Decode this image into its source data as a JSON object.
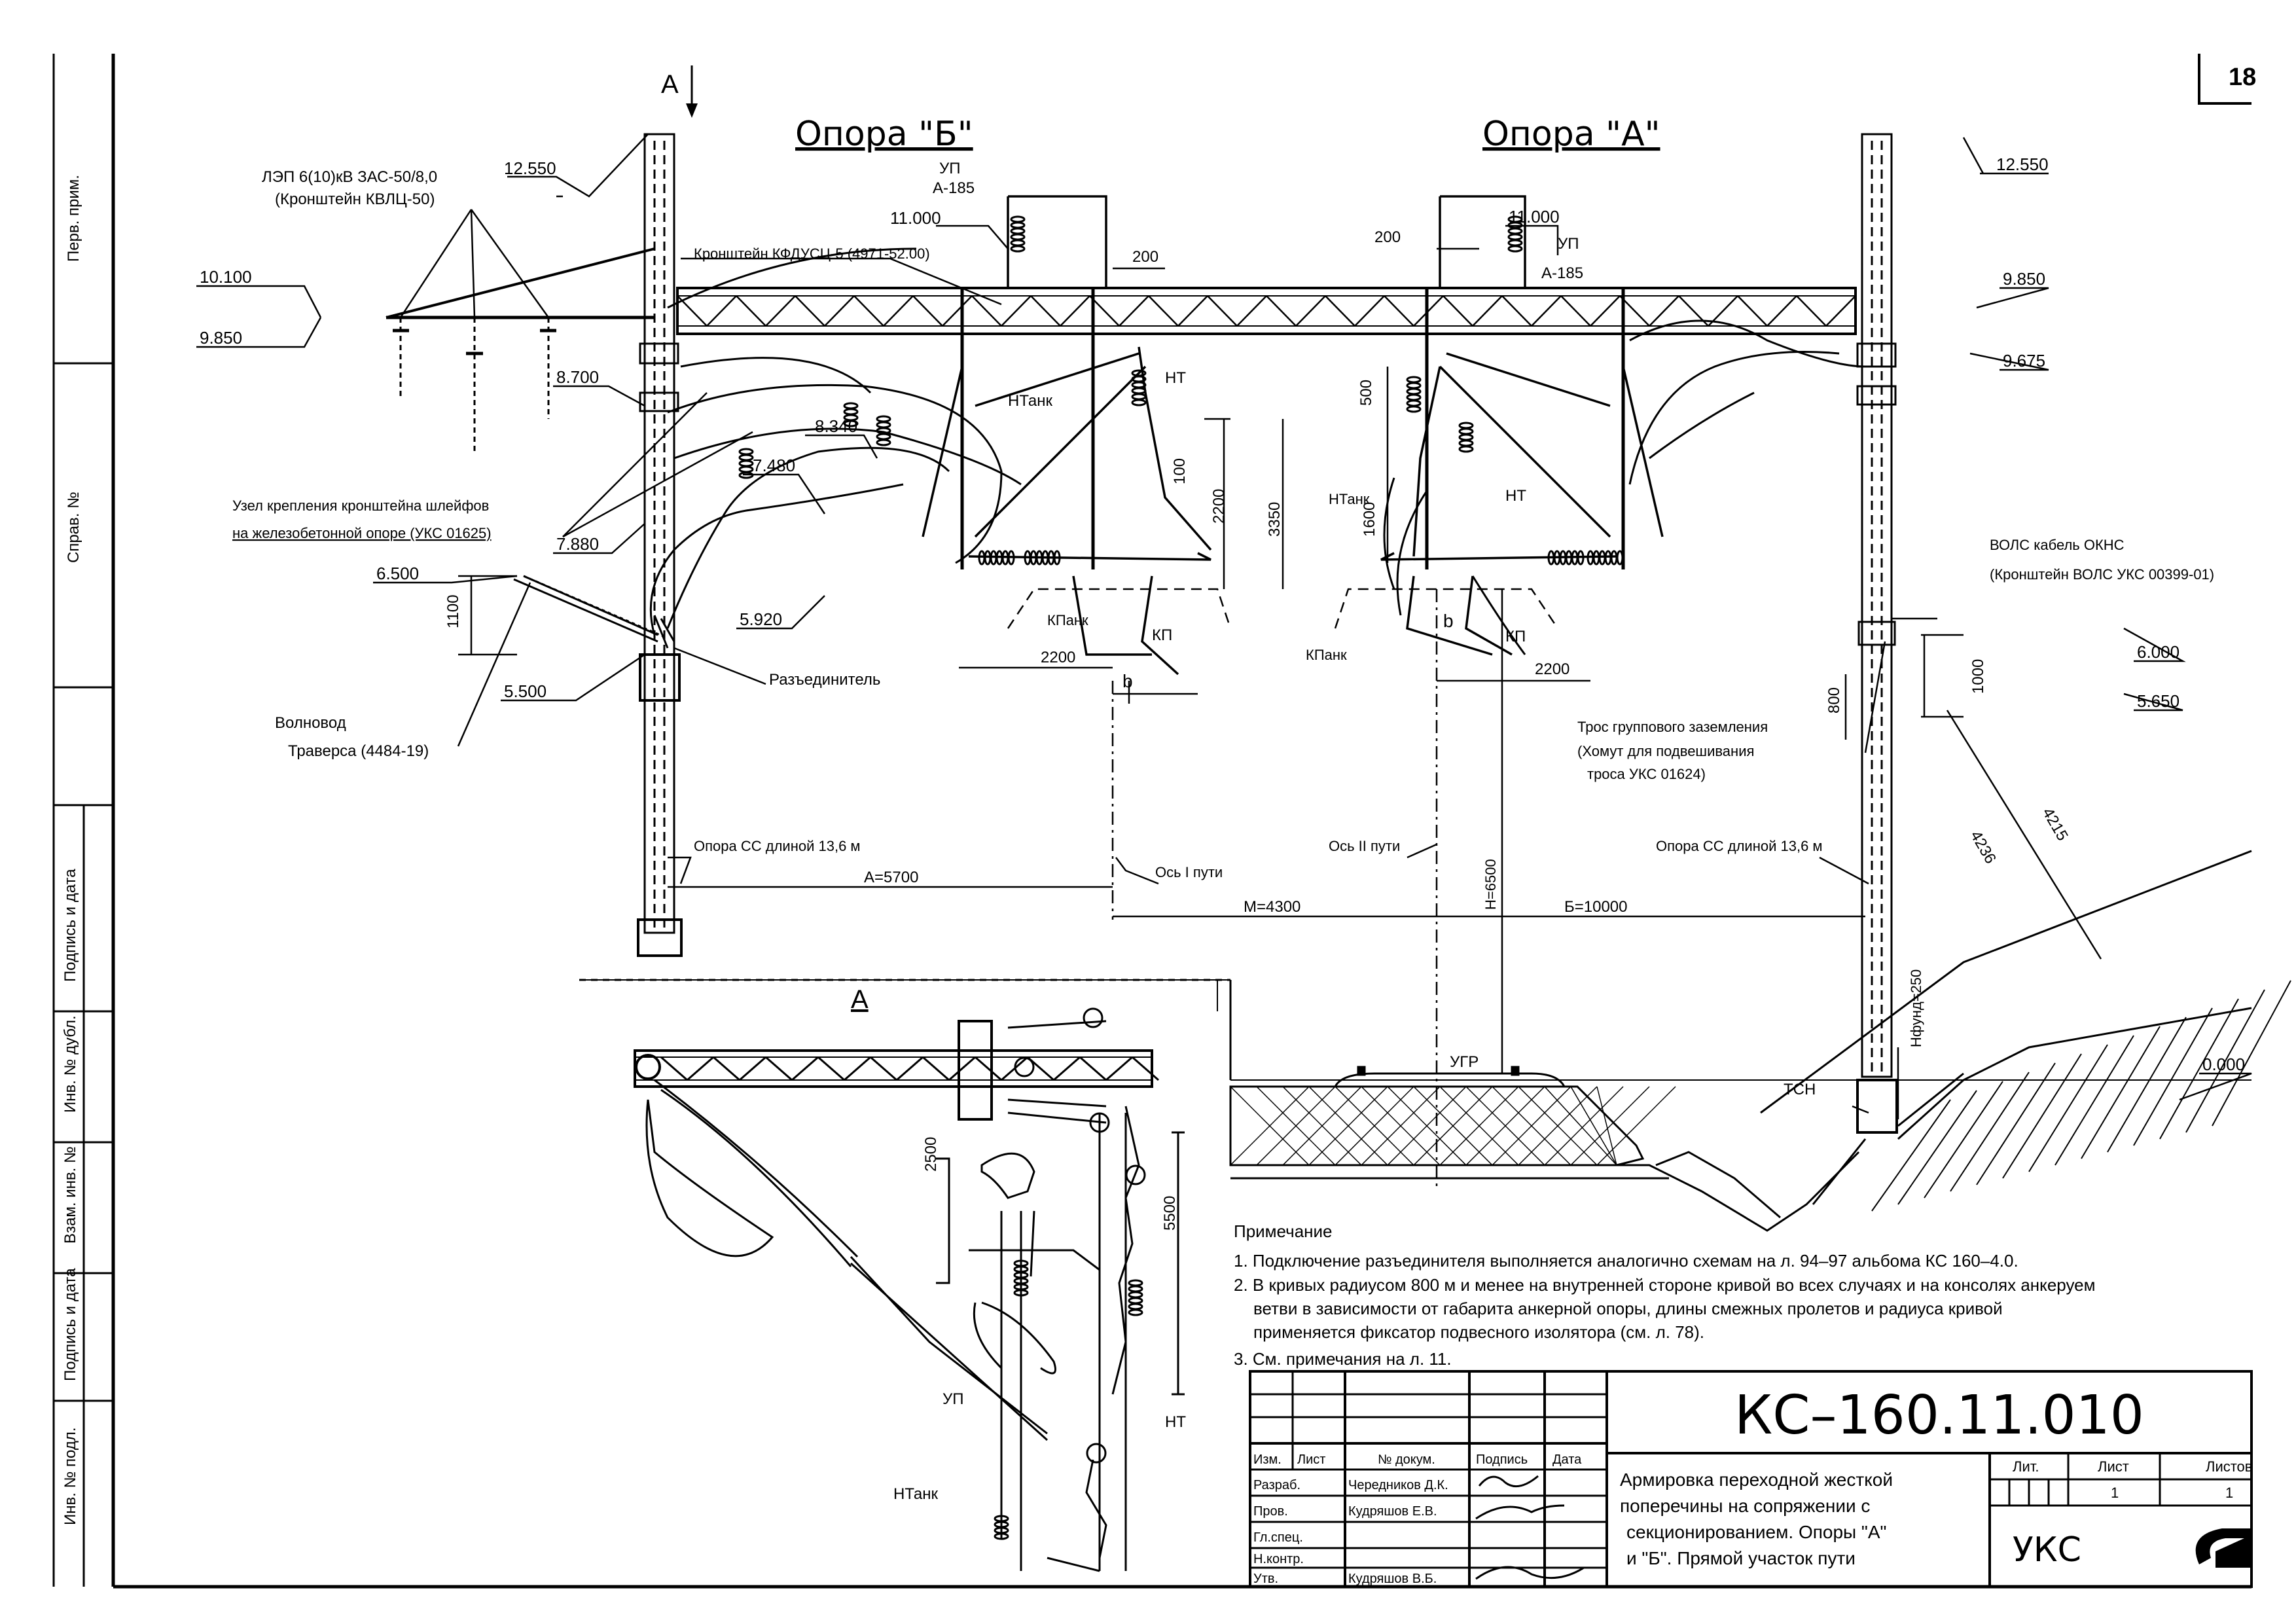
{
  "sheet": {
    "number": "18",
    "code": "КС–160.11.010",
    "org": "УКС"
  },
  "section": {
    "marker": "А",
    "view_label": "А"
  },
  "supports": {
    "b_title": "Опора \"Б\"",
    "a_title": "Опора \"А\""
  },
  "elevations": [
    "12.550",
    "11.000",
    "10.100",
    "9.850",
    "8.700",
    "8.340",
    "7.480",
    "7.880",
    "6.500",
    "5.920",
    "5.500",
    "12.550",
    "11.000",
    "9.850",
    "9.675",
    "6.000",
    "5.650",
    "0.000"
  ],
  "callouts": {
    "lep": "ЛЭП 6(10)кВ ЗАС-50/8,0",
    "lep_bracket": "(Кронштейн КВЛЦ-50)",
    "bracket": "Кронштейн КФДУСЦ-5 (4971-52.00)",
    "node1": "Узел крепления кронштейна шлейфов",
    "node2": "на железобетонной опоре (УКС 01625)",
    "disconnector": "Разъединитель",
    "waveguide": "Волновод",
    "traverse": "Траверса  (4484-19)",
    "pole_b": "Опора СС длиной 13,6 м",
    "pole_a": "Опора СС длиной 13,6 м",
    "axis1": "Ось I пути",
    "axis2": "Ось II пути",
    "fiber1": "ВОЛС кабель ОКНС",
    "fiber2": "(Кронштейн ВОЛС УКС 00399-01)",
    "ground1": "Трос группового заземления",
    "ground2": "(Хомут для подвешивания",
    "ground3": "троса УКС 01624)",
    "up": "УП",
    "a185": "А-185",
    "nt": "НТ",
    "ntank": "НТанк",
    "ktank": "КПанк",
    "kp": "КП",
    "ugr": "УГР",
    "tsn": "ТСН",
    "b": "b",
    "hdim": "Н=6500",
    "hfound": "Нфунд=250"
  },
  "dims": {
    "a": "А=5700",
    "m": "М=4300",
    "b": "Б=10000",
    "d2200": "2200",
    "d2200b": "2200",
    "d2200c": "2200",
    "d200": "200",
    "d200b": "200",
    "d100": "100",
    "d500": "500",
    "d1600": "1600",
    "d3350": "3350",
    "d1100": "1100",
    "d800": "800",
    "d1000": "1000",
    "d4215": "4215",
    "d4236": "4236",
    "d2500": "2500",
    "d5500": "5500"
  },
  "notes": {
    "header": "Примечание",
    "n1": "1.  Подключение разъединителя выполняется аналогично схемам на л. 94–97   альбома КС 160–4.0.",
    "n2a": "2.  В кривых радиусом 800 м и менее на внутренней стороне кривой во всех случаях и на консолях анкеруем",
    "n2b": "ветви в зависимости от габарита анкерной опоры, длины смежных пролетов и радиуса кривой",
    "n2c": "применяется фиксатор подвесного изолятора (см. л. 78).",
    "n3": "3.  См. примечания на л. 11."
  },
  "side_stamps": [
    "Перв. прим.",
    "Справ. №",
    "Подпись и дата",
    "Инв. № дубл.",
    "Взам. инв. №",
    "Подпись и дата",
    "Инв. № подл."
  ],
  "title_block": {
    "headers": [
      "Изм.",
      "Лист",
      "№ докум.",
      "Подпись",
      "Дата"
    ],
    "rows": [
      {
        "role": "Разраб.",
        "name": "Чередников Д.К."
      },
      {
        "role": "Пров.",
        "name": "Кудряшов Е.В."
      },
      {
        "role": "Гл.спец.",
        "name": ""
      },
      {
        "role": "Н.контр.",
        "name": ""
      },
      {
        "role": "Утв.",
        "name": "Кудряшов В.Б."
      }
    ],
    "title": [
      "Армировка переходной жесткой",
      "поперечины на сопряжении с",
      "секционированием. Опоры \"А\"",
      "и \"Б\". Прямой участок пути"
    ],
    "lit": "Лит.",
    "list": "Лист",
    "listov": "Листов",
    "list_val": "1",
    "listov_val": "1"
  }
}
